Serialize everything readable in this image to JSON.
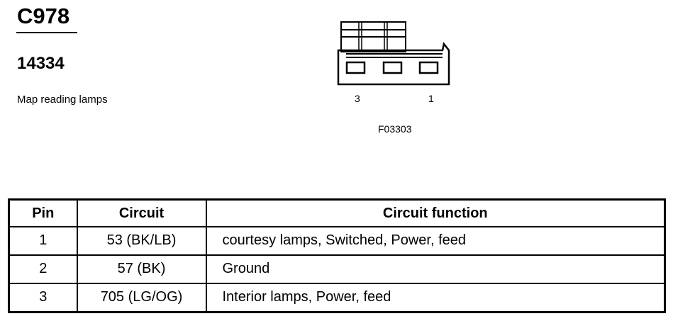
{
  "header": {
    "connector_id": "C978",
    "part_number": "14334",
    "description": "Map reading lamps"
  },
  "connector_view": {
    "pin_labels": [
      "3",
      "1"
    ],
    "figure_id": "F03303"
  },
  "pin_table": {
    "headers": [
      "Pin",
      "Circuit",
      "Circuit function"
    ],
    "rows": [
      {
        "pin": "1",
        "circuit": "53 (BK/LB)",
        "function": "courtesy lamps, Switched, Power, feed"
      },
      {
        "pin": "2",
        "circuit": "57 (BK)",
        "function": "Ground"
      },
      {
        "pin": "3",
        "circuit": "705 (LG/OG)",
        "function": "Interior lamps, Power, feed"
      }
    ]
  }
}
